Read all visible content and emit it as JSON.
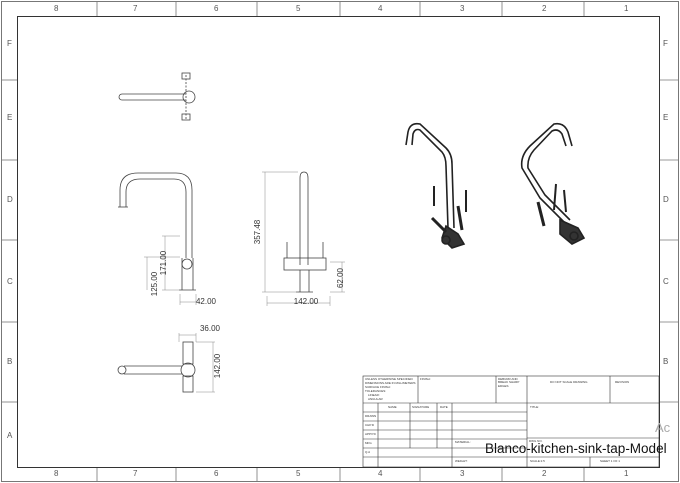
{
  "sheet": {
    "col_labels": [
      "8",
      "7",
      "6",
      "5",
      "4",
      "3",
      "2",
      "1"
    ],
    "row_labels": [
      "F",
      "E",
      "D",
      "C",
      "B",
      "A"
    ]
  },
  "dimensions": {
    "height_overall": "357.48",
    "height_spout": "171.00",
    "height_handle": "125.00",
    "width_base": "42.00",
    "width_handles": "142.00",
    "side_depth": "62.00",
    "top_width": "36.00",
    "top_length": "142.00"
  },
  "title_block": {
    "general_notes": [
      "UNLESS OTHERWISE SPECIFIED:",
      "DIMENSIONS ARE IN MILLIMETERS",
      "SURFACE FINISH:",
      "TOLERANCES:",
      "LINEAR:",
      "ANGULAR:"
    ],
    "finish_label": "FINISH:",
    "deburr_label": "DEBURR AND BREAK SHARP EDGES",
    "no_scale_label": "DO NOT SCALE DRAWING",
    "revision_label": "REVISION",
    "col_name": "NAME",
    "col_signature": "SIGNATURE",
    "col_date": "DATE",
    "title_label": "TITLE:",
    "rows": [
      "DRAWN",
      "CHK'D",
      "APPV'D",
      "MFG",
      "Q.A"
    ],
    "material_label": "MATERIAL:",
    "dwg_no_label": "DWG NO.",
    "weight_label": "WEIGHT:",
    "scale_label": "SCALE:1:5",
    "sheet_label": "SHEET 1 OF 1",
    "title": "Blanco-kitchen-sink-tap-Model"
  },
  "watermark": "Ac"
}
